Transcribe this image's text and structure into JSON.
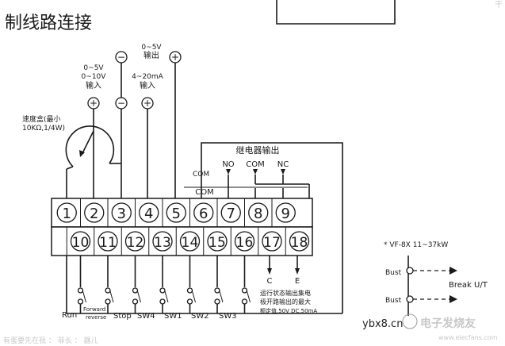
{
  "title": "制线路连接",
  "analog_inputs": {
    "pot_label_line1": "速度盒(最小",
    "pot_label_line2": "10KΩ,1/4W)",
    "voltage_in_line1": "0~5V",
    "voltage_in_line2": "0~10V",
    "voltage_in_line3": "输入",
    "current_in_line1": "4~20mA",
    "current_in_line2": "输入",
    "output_line1": "0~5V",
    "output_line2": "输出"
  },
  "polarity": {
    "plus": "+",
    "minus": "−"
  },
  "relay": {
    "title": "继电器输出",
    "no": "NO",
    "com": "COM",
    "nc": "NC",
    "com_bus": "COM",
    "partial": "COM"
  },
  "terminals": {
    "top": [
      "1",
      "2",
      "3",
      "4",
      "5",
      "6",
      "7",
      "8",
      "9"
    ],
    "bottom": [
      "10",
      "11",
      "12",
      "13",
      "14",
      "15",
      "16",
      "17",
      "18"
    ]
  },
  "switches": {
    "run": "Run",
    "forward": "Forward",
    "reverse": "reverse",
    "stop": "Stop",
    "sw4": "SW4",
    "sw1": "SW1",
    "sw2": "SW2",
    "sw3": "SW3"
  },
  "open_collector": {
    "c": "C",
    "e": "E",
    "note_line1": "运行状态输出集电",
    "note_line2": "极开路输出的最大",
    "note_line3": "额定值,50V DC,50mA"
  },
  "brake": {
    "model": "* VF-8X 11~37kW",
    "bust1": "Bust",
    "bust2": "Bust",
    "label": "Break U/T"
  },
  "watermarks": {
    "site": "ybx8.cn",
    "brand": "电子发烧友",
    "corner_url": "www.elecfans.com",
    "footer": "有蛋要先在我 ： 菲长 ： 器儿",
    "top_right": "干"
  }
}
